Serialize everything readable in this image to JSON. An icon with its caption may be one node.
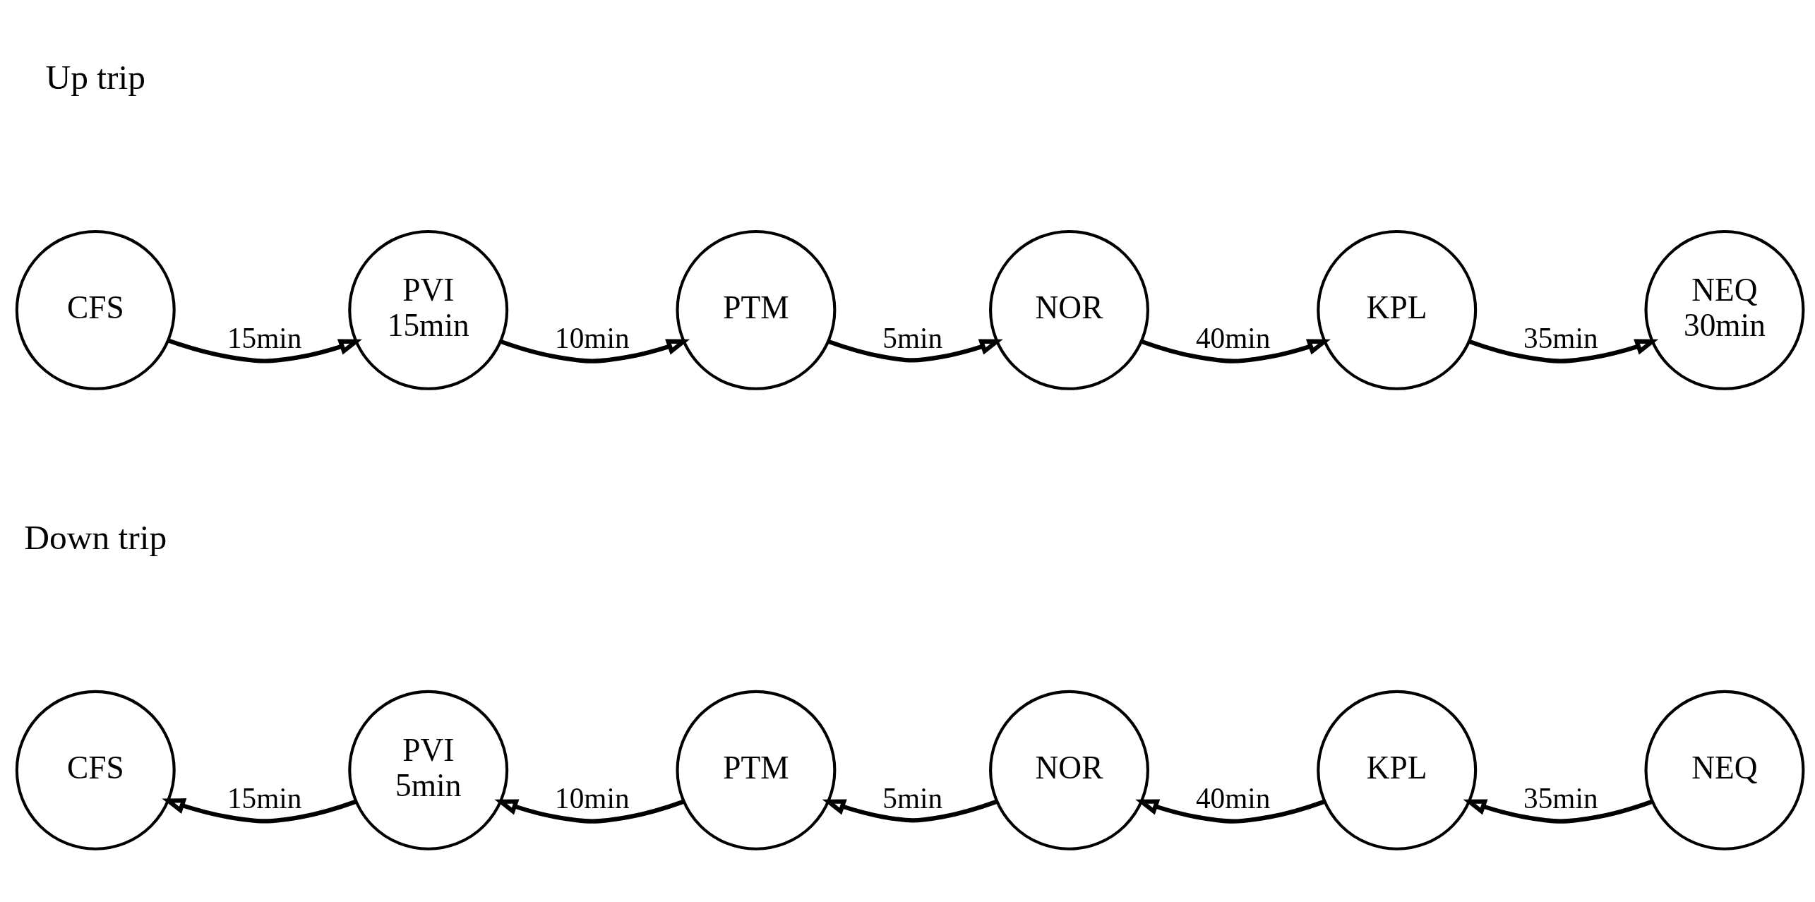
{
  "diagram": {
    "nodes": [
      {
        "text": [
          "CFS"
        ]
      },
      {
        "text": [
          "PVI",
          "15min"
        ]
      },
      {
        "text": [
          "PTM"
        ]
      },
      {
        "text": [
          "NOR"
        ]
      },
      {
        "text": [
          "KPL"
        ]
      },
      {
        "text": [
          "NEQ",
          "30min"
        ]
      },
      {
        "text": [
          "CFS"
        ]
      },
      {
        "text": [
          "PVI",
          "5min"
        ]
      },
      {
        "text": [
          "PTM"
        ]
      },
      {
        "text": [
          "NOR"
        ]
      },
      {
        "text": [
          "KPL"
        ]
      },
      {
        "text": [
          "NEQ"
        ]
      }
    ],
    "edges": [
      {
        "from": 0,
        "to": 1,
        "arrow": "to",
        "label": "15min"
      },
      {
        "from": 1,
        "to": 2,
        "arrow": "to",
        "label": "10min"
      },
      {
        "from": 2,
        "to": 3,
        "arrow": "to",
        "label": "5min"
      },
      {
        "from": 3,
        "to": 4,
        "arrow": "to",
        "label": "40min"
      },
      {
        "from": 4,
        "to": 5,
        "arrow": "to",
        "label": "35min"
      },
      {
        "from": 7,
        "to": 6,
        "arrow": "to",
        "label": "15min"
      },
      {
        "from": 8,
        "to": 7,
        "arrow": "to",
        "label": "10min"
      },
      {
        "from": 9,
        "to": 8,
        "arrow": "to",
        "label": "5min"
      },
      {
        "from": 10,
        "to": 9,
        "arrow": "to",
        "label": "40min"
      },
      {
        "from": 11,
        "to": 10,
        "arrow": "to",
        "label": "35min"
      }
    ],
    "labels": [
      "Up trip",
      "Down trip"
    ]
  }
}
